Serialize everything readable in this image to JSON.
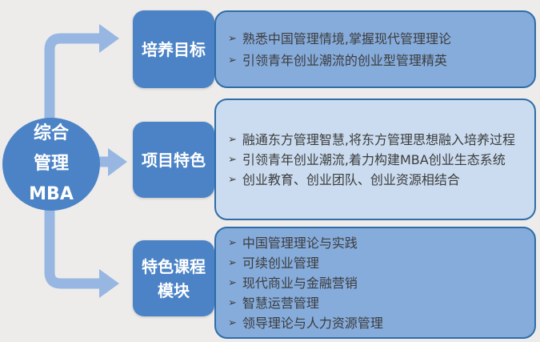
{
  "colors": {
    "background": "#EDECEA",
    "primary_blue": "#4B83C6",
    "arrow_blue": "#97B7E2",
    "box_border_blue": "#2E6DA8",
    "fill_medium_blue": "#86ACDC",
    "fill_light_blue": "#CBDCF0",
    "text_dark": "#3C3C3C",
    "text_white": "#FFFFFF"
  },
  "bullet_glyph": "➢",
  "center": {
    "label": "综合管理MBA",
    "lines": [
      "综合",
      "管理",
      "MBA"
    ]
  },
  "sections": [
    {
      "label": "培养目标",
      "items": [
        "熟悉中国管理情境,掌握现代管理理论",
        "引领青年创业潮流的创业型管理精英"
      ]
    },
    {
      "label": "项目特色",
      "items": [
        "融通东方管理智慧,将东方管理思想融入培养过程",
        "引领青年创业潮流,着力构建MBA创业生态系统",
        "创业教育、创业团队、创业资源相结合"
      ]
    },
    {
      "label": "特色课程模块",
      "label_lines": [
        "特色课程",
        "模块"
      ],
      "items": [
        "中国管理理论与实践",
        "可续创业管理",
        "现代商业与金融营销",
        "智慧运营管理",
        "领导理论与人力资源管理"
      ]
    }
  ]
}
